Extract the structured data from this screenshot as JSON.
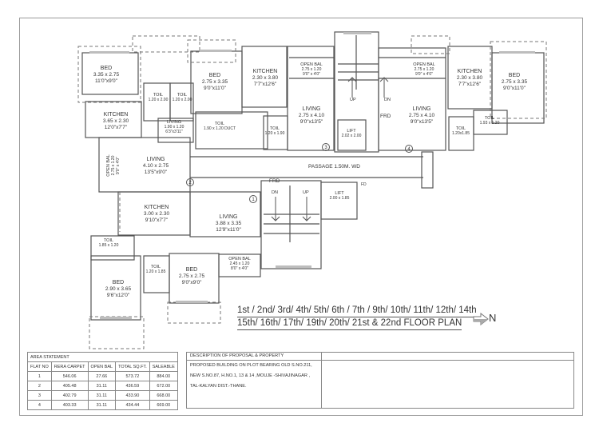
{
  "drawing": {
    "title_line1": "1st / 2nd/ 3rd/ 4th/ 5th/ 6th / 7th / 9th/ 10th/ 11th/ 12th/ 14th",
    "title_line2": "15th/ 16th/ 17th/ 19th/ 20th/ 21st  & 22nd  FLOOR  PLAN",
    "north_label": "N"
  },
  "rooms": [
    {
      "id": "f2-bed",
      "name": "BED",
      "dim": "3.35 x 2.75",
      "imperial": "11'0\"x9'0\""
    },
    {
      "id": "f2-toil-a",
      "name": "TOIL",
      "dim": "1.20 x 2.00",
      "imperial": ""
    },
    {
      "id": "f2-toil-b",
      "name": "TOIL",
      "dim": "1.20 x 2.00",
      "imperial": ""
    },
    {
      "id": "f2-kitchen",
      "name": "KITCHEN",
      "dim": "3.65 x 2.30",
      "imperial": "12'0\"x7'7\""
    },
    {
      "id": "f2-living-small",
      "name": "LIVING",
      "dim": "1.90 x 1.20",
      "imperial": "6'3\"x3'11\""
    },
    {
      "id": "f2-living",
      "name": "LIVING",
      "dim": "4.10 x 2.75",
      "imperial": "13'5\"x9'0\""
    },
    {
      "id": "f2-open-bal",
      "name": "OPEN BAL",
      "dim": "2.75 x 1.20",
      "imperial": "9'0\" x 4'0\""
    },
    {
      "id": "f3-bed",
      "name": "BED",
      "dim": "2.75 x 3.35",
      "imperial": "9'0\"x11'0\""
    },
    {
      "id": "f3-kitchen",
      "name": "KITCHEN",
      "dim": "2.30 x 3.80",
      "imperial": "7'7\"x12'6\""
    },
    {
      "id": "f3-open-bal",
      "name": "OPEN BAL",
      "dim": "2.75 x 1.20",
      "imperial": "9'0\" x 4'0\""
    },
    {
      "id": "f3-toil-duct",
      "name": "TOIL",
      "dim": "1.90 x 1.20  DUCT",
      "imperial": ""
    },
    {
      "id": "f3-toil",
      "name": "TOIL",
      "dim": "1.20 x 1.90",
      "imperial": ""
    },
    {
      "id": "f3-living",
      "name": "LIVING",
      "dim": "2.75 x 4.10",
      "imperial": "9'0\"x13'5\""
    },
    {
      "id": "stair-top-lift",
      "name": "LIFT",
      "dim": "2.02 x 2.00",
      "imperial": ""
    },
    {
      "id": "f4-open-bal",
      "name": "OPEN BAL",
      "dim": "2.75 x 1.20",
      "imperial": "9'0\" x 4'0\""
    },
    {
      "id": "f4-living",
      "name": "LIVING",
      "dim": "2.75 x 4.10",
      "imperial": "9'0\"x13'5\""
    },
    {
      "id": "f4-kitchen",
      "name": "KITCHEN",
      "dim": "2.30 x 3.80",
      "imperial": "7'7\"x12'6\""
    },
    {
      "id": "f4-bed",
      "name": "BED",
      "dim": "2.75 x 3.35",
      "imperial": "9'0\"x11'0\""
    },
    {
      "id": "f4-toil-a",
      "name": "TOIL",
      "dim": "1.93 x 1.20",
      "imperial": ""
    },
    {
      "id": "f4-toil-b",
      "name": "TOIL",
      "dim": "1.20x1.85",
      "imperial": ""
    },
    {
      "id": "f1-kitchen",
      "name": "KITCHEN",
      "dim": "3.00 x 2.30",
      "imperial": "9'10\"x7'7\""
    },
    {
      "id": "f1-living",
      "name": "LIVING",
      "dim": "3.88 x 3.35",
      "imperial": "12'9\"x11'0\""
    },
    {
      "id": "f1-toil-a",
      "name": "TOIL",
      "dim": "1.85 x 1.20",
      "imperial": ""
    },
    {
      "id": "f1-bed-a",
      "name": "BED",
      "dim": "2.90 x 3.65",
      "imperial": "9'6\"x12'0\""
    },
    {
      "id": "f1-toil-b",
      "name": "TOIL",
      "dim": "1.20 x 1.85",
      "imperial": ""
    },
    {
      "id": "f1-bed-b",
      "name": "BED",
      "dim": "2.75 x 2.75",
      "imperial": "9'0\"x9'0\""
    },
    {
      "id": "f1-open-bal",
      "name": "OPEN BAL",
      "dim": "2.45 x 1.20",
      "imperial": "8'0\" x 4'0\""
    },
    {
      "id": "stair-bottom-lift",
      "name": "LIFT",
      "dim": "2.00 x 1.85",
      "imperial": ""
    }
  ],
  "labels": {
    "passage": "PASSAGE 1.50M. WD",
    "frd_top": "FRD",
    "frd_bottom": "FRD",
    "fd": "FD",
    "up_top": "UP",
    "dn_top": "DN",
    "up_bottom": "UP",
    "dn_bottom": "DN"
  },
  "flat_markers": [
    "1",
    "2",
    "3",
    "4"
  ],
  "area_statement": {
    "title": "AREA STATEMENT",
    "columns": [
      "FLAT NO",
      "RERA CARPET",
      "OPEN BAL",
      "TOTAL SQ.FT.",
      "SALEABLE"
    ],
    "rows": [
      [
        "1",
        "546.06",
        "27.66",
        "573.72",
        "884.00"
      ],
      [
        "2",
        "405.48",
        "31.11",
        "436.59",
        "672.00"
      ],
      [
        "3",
        "402.79",
        "31.11",
        "433.90",
        "668.00"
      ],
      [
        "4",
        "403.33",
        "31.11",
        "434.44",
        "669.00"
      ]
    ]
  },
  "description": {
    "title": "DESCRIPTION OF PROPOSAL & PROPERTY",
    "lines": [
      "PROPOSED BUILDING ON PLOT BEARING OLD S.NO.211,",
      "NEW S.NO.87, H.NO.1, 13 &  14 ,MOUJE -SHIVAJINAGAR ,",
      "TAL-KALYAN DIST.-THANE."
    ]
  }
}
